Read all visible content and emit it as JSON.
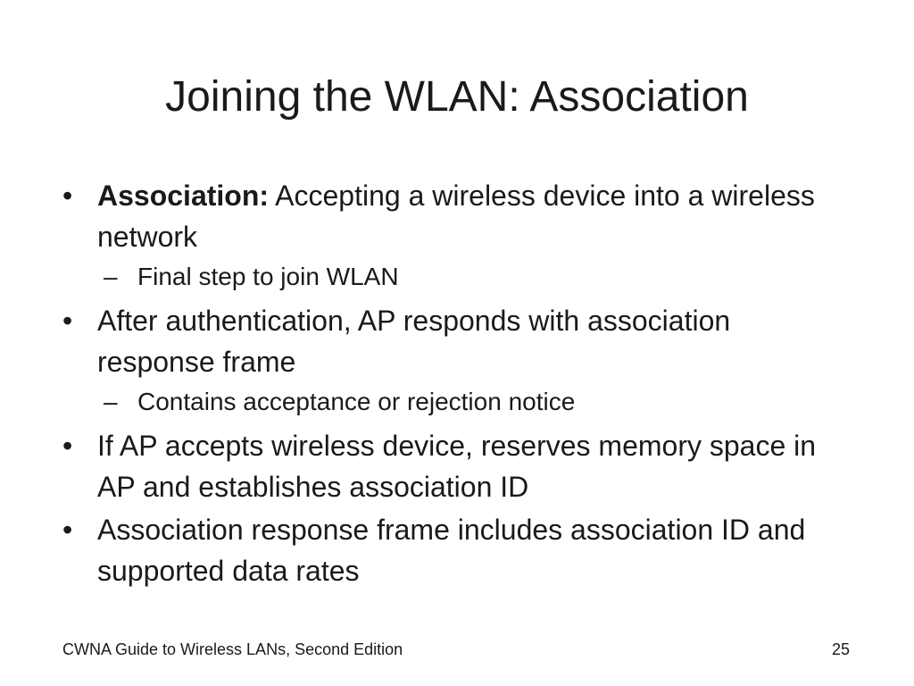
{
  "slide": {
    "title": "Joining the WLAN: Association",
    "bullets": [
      {
        "marker": "•",
        "term": "Association:",
        "text": " Accepting a wireless device into a wireless network",
        "sub": {
          "marker": "–",
          "text": "Final step to join WLAN"
        }
      },
      {
        "marker": "•",
        "text": "After authentication, AP responds with association response frame",
        "sub": {
          "marker": "–",
          "text": "Contains acceptance or rejection notice"
        }
      },
      {
        "marker": "•",
        "text": "If AP accepts wireless device, reserves memory space in AP and establishes association ID"
      },
      {
        "marker": "•",
        "text": "Association response frame includes association ID and supported data rates"
      }
    ],
    "footer": {
      "source": "CWNA Guide to Wireless LANs, Second Edition",
      "page_number": "25"
    }
  }
}
